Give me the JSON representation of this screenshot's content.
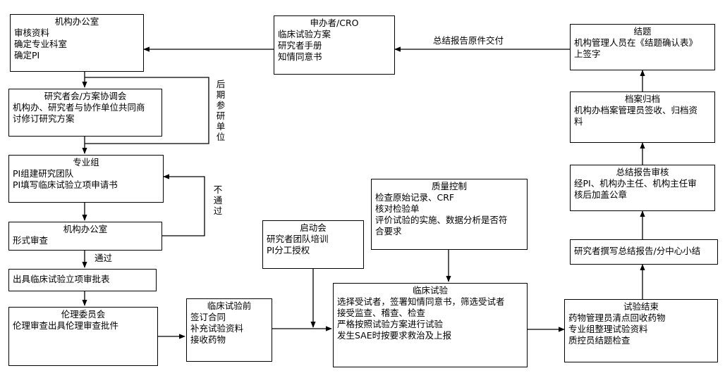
{
  "nodes": {
    "jgbgs1": {
      "title": "机构办公室",
      "lines": [
        "审核资料",
        "确定专业科室",
        "确定PI"
      ]
    },
    "sbz": {
      "title": "申办者/CRO",
      "lines": [
        "临床试验方案",
        "研究者手册",
        "知情同意书"
      ]
    },
    "jt": {
      "title": "结题",
      "lines": [
        "机构管理人员在《结题确认表》",
        "上签字"
      ]
    },
    "yjzh": {
      "title": "研究者会/方案协调会",
      "lines": [
        "机构办、研究者与协作单位共同商",
        "讨修订研究方案"
      ]
    },
    "dagd": {
      "title": "档案归档",
      "lines": [
        "机构办档案管理员签收、归档资",
        "料"
      ]
    },
    "zyz": {
      "title": "专业组",
      "lines": [
        "PI组建研究团队",
        "PI填写临床试验立项申请书"
      ]
    },
    "zbgsh": {
      "title": "总结报告审核",
      "lines": [
        "经PI、机构办主任、机构主任审",
        "核后加盖公章"
      ]
    },
    "zlkz": {
      "title": "质量控制",
      "lines": [
        "检查原始记录、CRF",
        "核对检验单",
        "评价试验的实施、数据分析是否符",
        "合要求"
      ]
    },
    "jgbgs2": {
      "title": "机构办公室",
      "lines": [
        "形式审查"
      ]
    },
    "qdh": {
      "title": "启动会",
      "lines": [
        "研究者团队培训",
        "PI分工授权"
      ]
    },
    "yjzzx": {
      "title": "",
      "lines": [
        "研究者撰写总结报告/分中心小结"
      ]
    },
    "cjlx": {
      "title": "",
      "lines": [
        "出具临床试验立项审批表"
      ]
    },
    "llwyh": {
      "title": "伦理委员会",
      "lines": [
        "伦理审查出具伦理审查批件"
      ]
    },
    "lcsyq": {
      "title": "临床试验前",
      "lines": [
        "签订合同",
        "补充试验资料",
        "接收药物"
      ]
    },
    "lcsy": {
      "title": "临床试验",
      "lines": [
        "选择受试者，签署知情同意书，筛选受试者",
        "接受监查、稽查、检查",
        "严格按照试验方案进行试验",
        "发生SAE时按要求救治及上报"
      ]
    },
    "syjs": {
      "title": "试验结束",
      "lines": [
        "药物管理员清点回收药物",
        "专业组整理试验资料",
        "质控员结题检查"
      ]
    }
  },
  "edge_labels": {
    "report_delivery": "总结报告原件交付",
    "late_join": "后期参研单位",
    "not_pass": "不通过",
    "pass": "通过"
  }
}
